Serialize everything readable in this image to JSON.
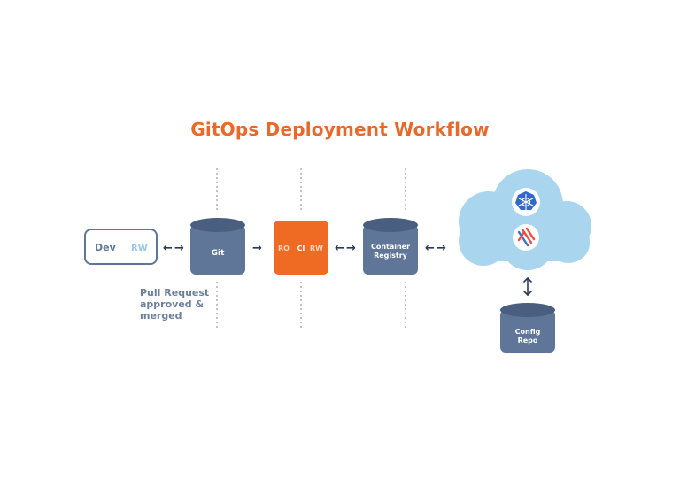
{
  "title": "GitOps Deployment Workflow",
  "nodes": {
    "dev": {
      "label": "Dev",
      "access": "RW"
    },
    "git": {
      "label": "Git"
    },
    "ci": {
      "left": "RO",
      "center": "CI",
      "right": "RW"
    },
    "registry": {
      "line1": "Container",
      "line2": "Registry"
    },
    "config": {
      "line1": "Config",
      "line2": "Repo"
    }
  },
  "note": [
    "Pull Request",
    "approved &",
    "merged"
  ],
  "colors": {
    "title": "#e8692a",
    "cylinder": "#5f7699",
    "cylinder_top": "#4a5f80",
    "ci": "#ef6a22",
    "dev_border": "#5f7699",
    "dev_access": "#9cc7e6",
    "cloud": "#a9d6ee",
    "arrow": "#2b3a55",
    "dotted": "#8a8a8a"
  },
  "icons": [
    "kubernetes-icon",
    "flux-icon"
  ]
}
